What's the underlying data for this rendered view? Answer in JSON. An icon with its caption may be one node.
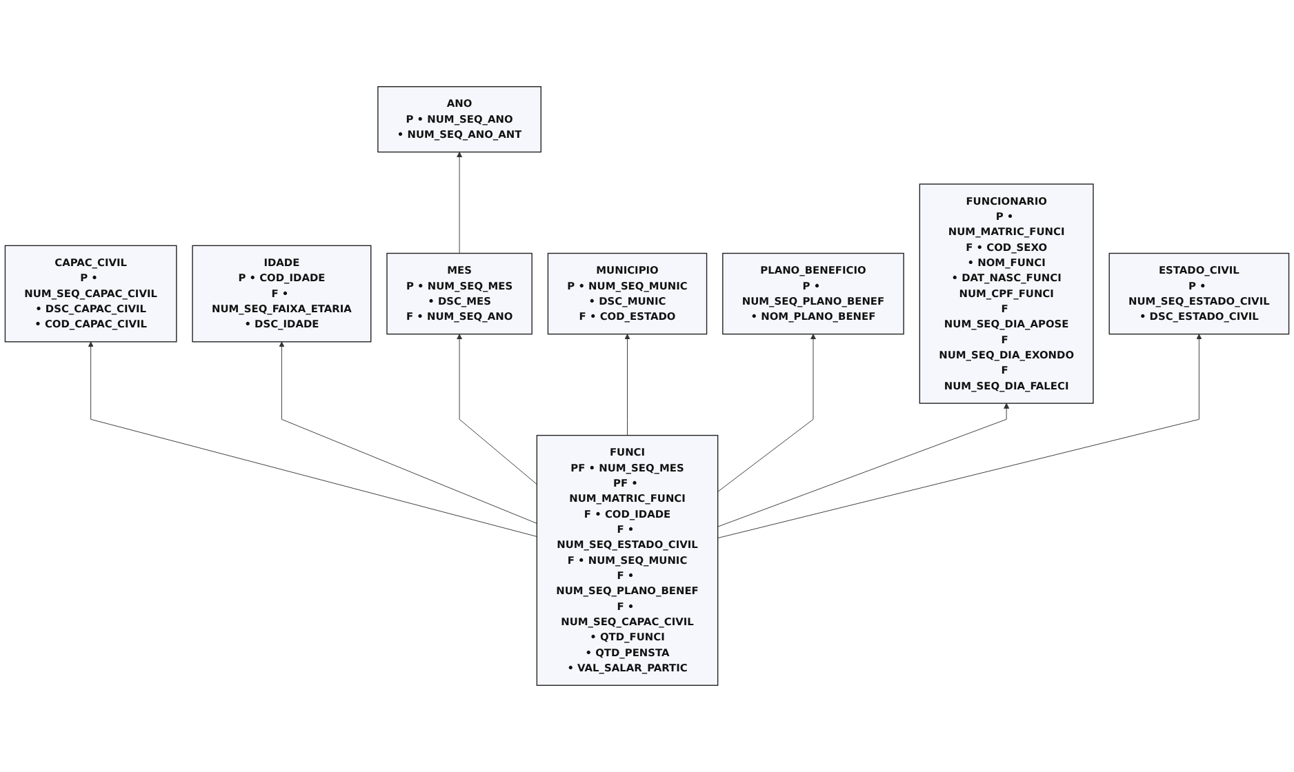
{
  "diagram": {
    "nodes": [
      {
        "text": [
          "ANO",
          "P • NUM_SEQ_ANO",
          "• NUM_SEQ_ANO_ANT"
        ]
      },
      {
        "text": [
          "CAPAC_CIVIL",
          "P • NUM_SEQ_CAPAC_CIVIL",
          "• DSC_CAPAC_CIVIL",
          "• COD_CAPAC_CIVIL"
        ]
      },
      {
        "text": [
          "IDADE",
          "P • COD_IDADE",
          "F • NUM_SEQ_FAIXA_ETARIA",
          "• DSC_IDADE"
        ]
      },
      {
        "text": [
          "MES",
          "P • NUM_SEQ_MES",
          "• DSC_MES",
          "F • NUM_SEQ_ANO"
        ]
      },
      {
        "text": [
          "FUNCI",
          "PF • NUM_SEQ_MES",
          "PF • NUM_MATRIC_FUNCI",
          "F • COD_IDADE",
          "F • NUM_SEQ_ESTADO_CIVIL",
          "F • NUM_SEQ_MUNIC",
          "F • NUM_SEQ_PLANO_BENEF",
          "F • NUM_SEQ_CAPAC_CIVIL",
          "• QTD_FUNCI",
          "• QTD_PENSTA",
          "• VAL_SALAR_PARTIC"
        ]
      },
      {
        "text": [
          "MUNICIPIO",
          "P • NUM_SEQ_MUNIC",
          "• DSC_MUNIC",
          "F • COD_ESTADO"
        ]
      },
      {
        "text": [
          "PLANO_BENEFICIO",
          "P • NUM_SEQ_PLANO_BENEF",
          "• NOM_PLANO_BENEF"
        ]
      },
      {
        "text": [
          "FUNCIONARIO",
          "P • NUM_MATRIC_FUNCI",
          "F • COD_SEXO",
          "• NOM_FUNCI",
          "• DAT_NASC_FUNCI",
          "NUM_CPF_FUNCI",
          "F NUM_SEQ_DIA_APOSE",
          "F NUM_SEQ_DIA_EXONDO",
          "F NUM_SEQ_DIA_FALECI"
        ]
      },
      {
        "text": [
          "ESTADO_CIVIL",
          "P • NUM_SEQ_ESTADO_CIVIL",
          "• DSC_ESTADO_CIVIL"
        ]
      }
    ],
    "edges": [
      {
        "from": 3,
        "to": 0,
        "arrow": "to"
      },
      {
        "from": 4,
        "to": 3,
        "arrow": "to"
      },
      {
        "from": 4,
        "to": 1,
        "arrow": "to"
      },
      {
        "from": 4,
        "to": 2,
        "arrow": "to"
      },
      {
        "from": 4,
        "to": 5,
        "arrow": "to"
      },
      {
        "from": 4,
        "to": 6,
        "arrow": "to"
      },
      {
        "from": 4,
        "to": 8,
        "arrow": "to"
      },
      {
        "from": 4,
        "to": 7,
        "arrow": "to"
      }
    ]
  }
}
